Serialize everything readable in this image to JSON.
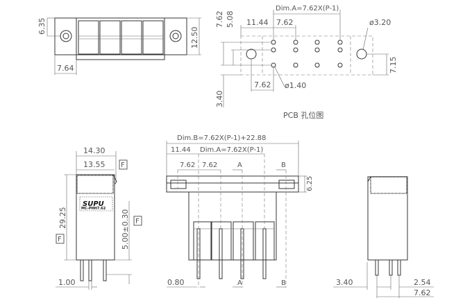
{
  "top_view": {
    "dim_height_half": "6.35",
    "dim_height": "12.50",
    "dim_ear": "7.64"
  },
  "pcb_view": {
    "dim_a": "Dim.A=7.62X(P-1)",
    "dim_edge": "11.44",
    "dim_pitch": "7.62",
    "dim_mount_hole": "ø3.20",
    "dim_row_outer": "7.62",
    "dim_row_inner": "5.08",
    "dim_mount_y": "7.15",
    "dim_mount_x": "7.62",
    "dim_pin_hole": "ø1.40",
    "dim_offset": "3.40",
    "caption": "PCB  孔位图"
  },
  "side_view": {
    "dim_width_outer": "14.30",
    "dim_width_inner": "13.55",
    "dim_height": "29.25",
    "dim_pin_len": "5.00±0.30",
    "dim_pin": "1.00",
    "flag": "F",
    "brand": "SUPU",
    "model": "MC-PHH7.62"
  },
  "front_view": {
    "dim_b": "Dim.B=7.62X(P-1)+22.88",
    "dim_edge": "11.44",
    "dim_a": "Dim.A=7.62X(P-1)",
    "dim_pitch_1": "7.62",
    "dim_pitch_2": "7.62",
    "section_a": "A",
    "section_b": "B",
    "dim_flange": "6.25",
    "dim_pin": "0.80"
  },
  "right_view": {
    "dim_offset": "3.40",
    "dim_pin_gap": "2.54",
    "dim_pin_span": "7.62"
  }
}
